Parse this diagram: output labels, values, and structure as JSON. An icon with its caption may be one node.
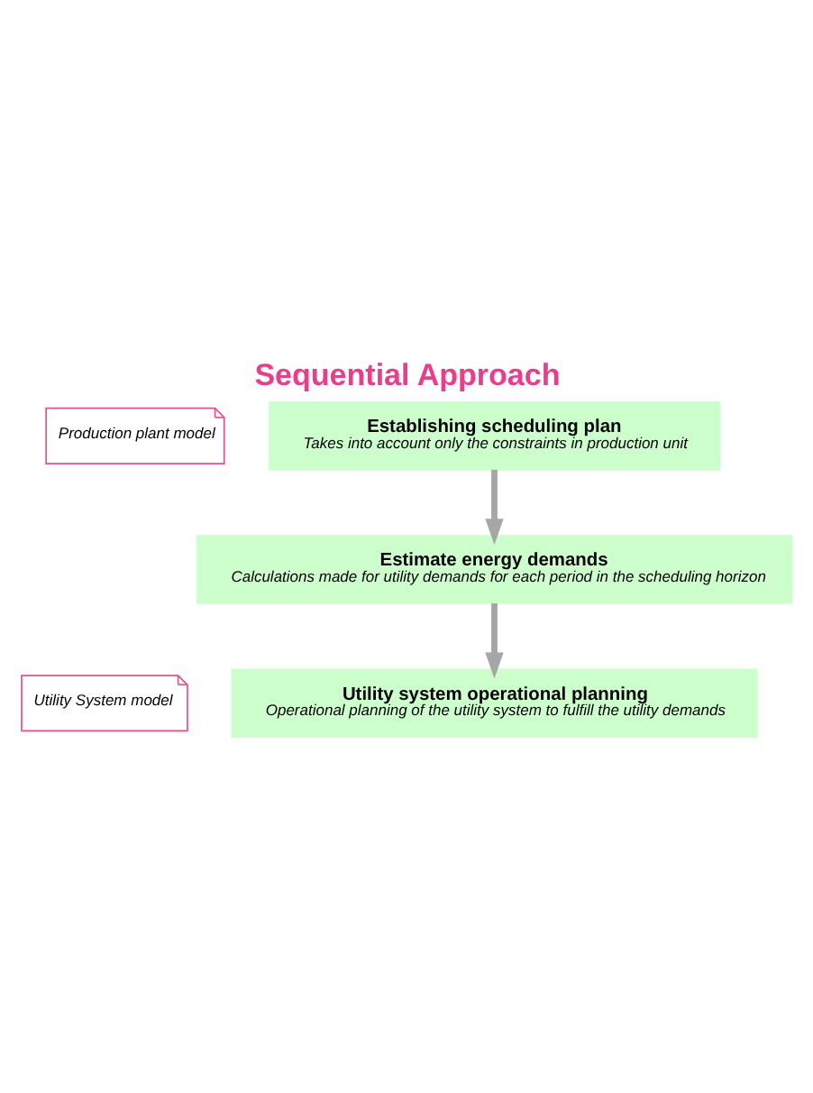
{
  "diagram": {
    "title": "Sequential Approach",
    "nodes": [
      {
        "text": [
          "Production plant model"
        ]
      },
      {
        "text": [
          "Establishing scheduling plan",
          "Takes into account only the constraints in production unit"
        ]
      },
      {
        "text": [
          "Estimate energy demands",
          "Calculations made for utility demands for each period in the scheduling horizon"
        ]
      },
      {
        "text": [
          "Utility System model"
        ]
      },
      {
        "text": [
          "Utility system operational planning",
          "Operational planning of the utility system to fulfill the utility demands"
        ]
      }
    ],
    "edges": [
      {
        "from": 1,
        "to": 2,
        "arrow": "to"
      },
      {
        "from": 2,
        "to": 4,
        "arrow": "to"
      }
    ]
  }
}
